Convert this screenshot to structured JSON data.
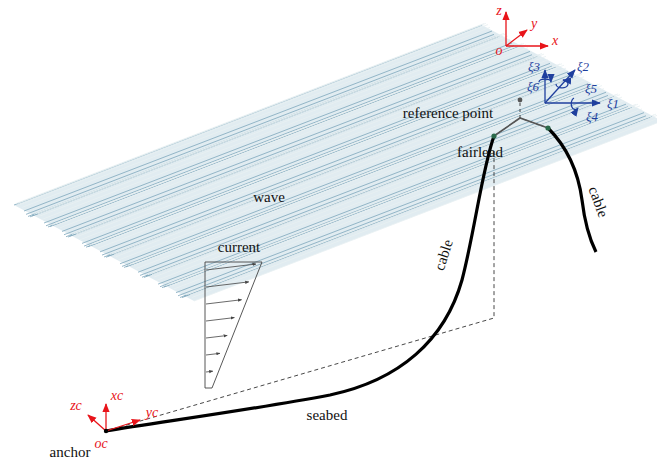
{
  "diagram": {
    "labels": [
      "z",
      "y",
      "x",
      "o",
      "ξ3",
      "ξ2",
      "ξ6",
      "ξ5",
      "ξ1",
      "ξ4",
      "reference point",
      "fairlead",
      "cable",
      "cable",
      "wave",
      "current",
      "seabed",
      "anchor",
      "zc",
      "xc",
      "yc",
      "oc"
    ]
  }
}
